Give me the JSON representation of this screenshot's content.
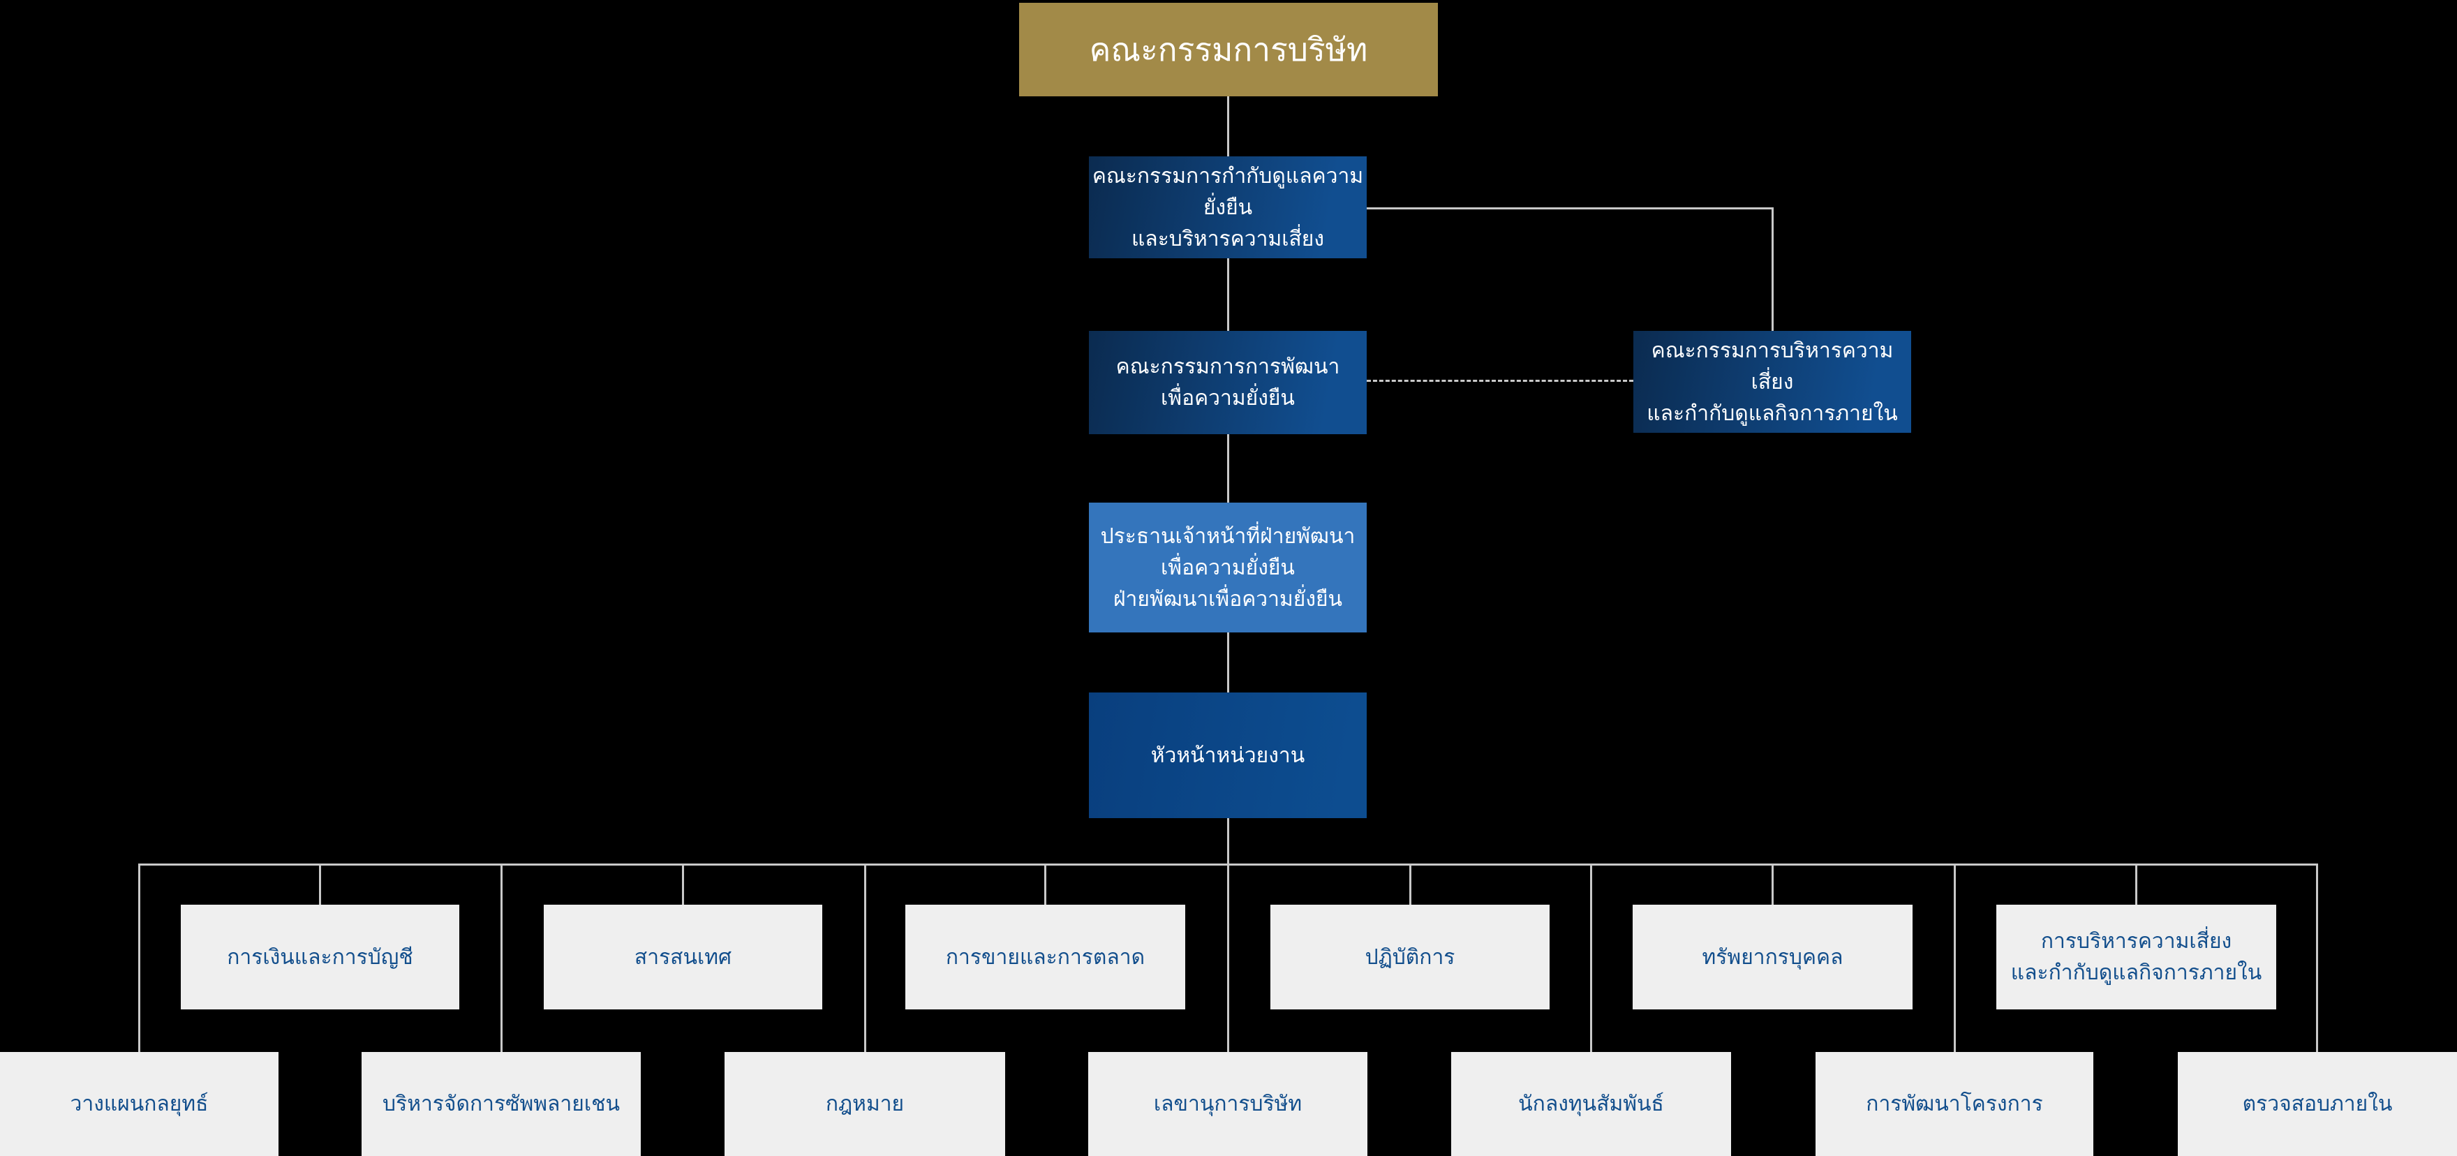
{
  "colors": {
    "background": "#000000",
    "gold": "#a28a48",
    "navy_dark": "#0b2b50",
    "navy_light": "#114e90",
    "mid_blue": "#3475bc",
    "head_blue_dark": "#093f7e",
    "head_blue": "#0d4d90",
    "box_light": "#efefef",
    "text_light": "#ffffff",
    "text_blue": "#124e8c",
    "line": "#c9c9c9"
  },
  "nodes": {
    "board": {
      "label": "คณะกรรมการบริษัท"
    },
    "sustainability_governance_risk_committee": {
      "label": "คณะกรรมการกำกับดูแลความยั่งยืน\nและบริหารความเสี่ยง"
    },
    "sustainable_development_committee": {
      "label": "คณะกรรมการการพัฒนา\nเพื่อความยั่งยืน"
    },
    "risk_internal_governance_committee": {
      "label": "คณะกรรมการบริหารความเสี่ยง\nและกำกับดูแลกิจการภายใน"
    },
    "chief_sustainability_officer": {
      "label": "ประธานเจ้าหน้าที่ฝ่ายพัฒนา\nเพื่อความยั่งยืน\nฝ่ายพัฒนาเพื่อความยั่งยืน"
    },
    "unit_head": {
      "label": "หัวหน้าหน่วยงาน"
    }
  },
  "departments_row1": [
    {
      "label": "การเงินและการบัญชี"
    },
    {
      "label": "สารสนเทศ"
    },
    {
      "label": "การขายและการตลาด"
    },
    {
      "label": "ปฏิบัติการ"
    },
    {
      "label": "ทรัพยากรบุคคล"
    },
    {
      "label": "การบริหารความเสี่ยง\nและกำกับดูแลกิจการภายใน"
    }
  ],
  "departments_row2": [
    {
      "label": "วางแผนกลยุทธ์"
    },
    {
      "label": "บริหารจัดการซัพพลายเชน"
    },
    {
      "label": "กฎหมาย"
    },
    {
      "label": "เลขานุการบริษัท"
    },
    {
      "label": "นักลงทุนสัมพันธ์"
    },
    {
      "label": "การพัฒนาโครงการ"
    },
    {
      "label": "ตรวจสอบภายใน"
    }
  ]
}
